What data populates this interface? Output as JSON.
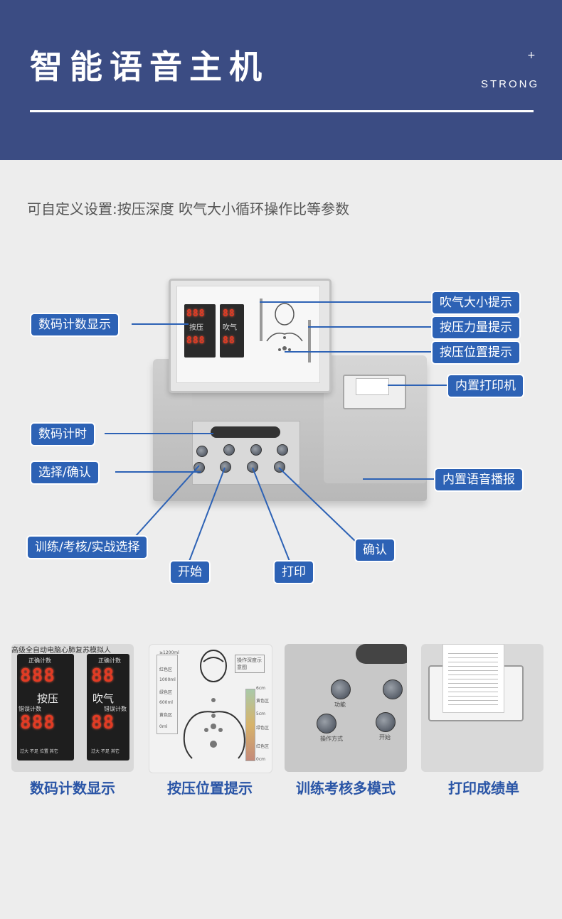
{
  "header": {
    "title": "智能语音主机",
    "plus": "+",
    "brand": "STRONG"
  },
  "subtitle": "可自定义设置:按压深度 吹气大小循环操作比等参数",
  "callouts": {
    "digital_count": "数码计数显示",
    "blow_size": "吹气大小提示",
    "press_force": "按压力量提示",
    "press_position": "按压位置提示",
    "printer": "内置打印机",
    "digital_timer": "数码计时",
    "select_confirm": "选择/确认",
    "voice": "内置语音播报",
    "mode_select": "训练/考核/实战选择",
    "confirm": "确认",
    "start": "开始",
    "print": "打印"
  },
  "panel": {
    "press_label": "按压",
    "blow_label": "吹气",
    "press_digits_top": "888",
    "press_digits_bottom": "888",
    "blow_digits_top": "88",
    "blow_digits_bottom": "88"
  },
  "thumbnails": [
    {
      "caption": "数码计数显示"
    },
    {
      "caption": "按压位置提示"
    },
    {
      "caption": "训练考核多模式"
    },
    {
      "caption": "打印成绩单"
    }
  ],
  "thumb1": {
    "banner": "高级全自动电脑心肺复苏模拟人",
    "correct_count": "正确计数",
    "error_count": "错误计数",
    "press_label": "按压",
    "blow_label": "吹气",
    "press_top": "888",
    "press_bottom": "888",
    "blow_top": "88",
    "blow_bottom": "88",
    "press_flags": "过大  不足  位置  其它",
    "blow_flags": "过大  不足  其它"
  },
  "thumb2": {
    "note": "操作深度示意图",
    "left_scale": [
      "≥1200ml",
      "1000ml",
      "600ml",
      "0ml"
    ],
    "left_zones": [
      "红色区",
      "绿色区",
      "黄色区"
    ],
    "right_scale": [
      "6cm",
      "5cm",
      "0cm"
    ],
    "right_zones": [
      "黄色区",
      "绿色区",
      "红色区"
    ]
  },
  "thumb3": {
    "labels": [
      "功能",
      "操作方式",
      "开始"
    ]
  },
  "colors": {
    "header_bg": "#3b4c83",
    "callout_bg": "#2d62b5",
    "caption": "#2a55a6",
    "led": "#e23b24"
  }
}
